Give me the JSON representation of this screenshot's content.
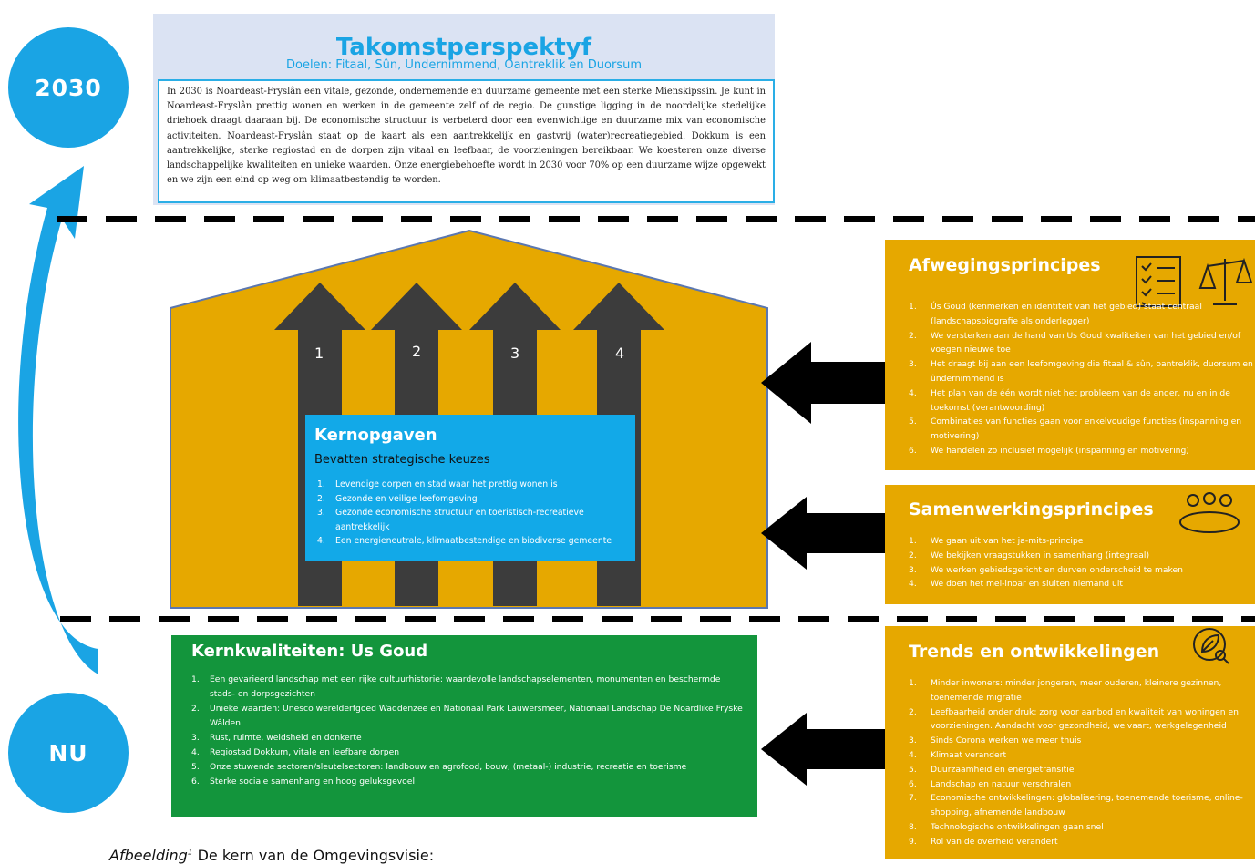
{
  "timeline": {
    "top_label": "2030",
    "bottom_label": "NU"
  },
  "vision": {
    "title": "Takomstperspektyf",
    "subtitle": "Doelen: Fitaal, Sûn, Undernimmend, Oantreklik en Duorsum",
    "body": "In 2030 is Noardeast-Fryslân een vitale, gezonde, ondernemende en duurzame gemeente met een sterke Mienskipssin. Je kunt in Noardeast-Fryslân prettig wonen en werken in de gemeente zelf of de regio. De gunstige ligging in de noordelijke stedelijke driehoek draagt daaraan bij. De economische structuur is verbeterd door een evenwichtige en duurzame mix van economische activiteiten. Noardeast-Fryslân staat op de kaart als een aantrekkelijk en gastvrij (water)recreatiegebied. Dokkum is een aantrekkelijke, sterke regiostad en de dorpen zijn vitaal en leefbaar, de voorzieningen bereikbaar. We koesteren onze diverse landschappelijke kwaliteiten en unieke waarden. Onze energiebehoefte wordt in 2030 voor 70% op een duurzame wijze opgewekt en we zijn een eind op weg om klimaatbestendig te worden."
  },
  "house": {
    "arrows": [
      "1",
      "2",
      "3",
      "4"
    ]
  },
  "kernopgaven": {
    "title": "Kernopgaven",
    "subtitle": "Bevatten strategische keuzes",
    "items": [
      "Levendige dorpen en stad waar het prettig wonen is",
      "Gezonde en veilige leefomgeving",
      "Gezonde economische structuur en toeristisch-recreatieve aantrekkelijk",
      "Een energieneutrale, klimaatbestendige en biodiverse gemeente"
    ]
  },
  "afwegingsprincipes": {
    "title": "Afwegingsprincipes",
    "items": [
      "Ús Goud (kenmerken en identiteit van het gebied) staat centraal (landschapsbiografie als onderlegger)",
      "We versterken aan de hand van Us Goud kwaliteiten van het gebied en/of voegen nieuwe toe",
      "Het draagt bij aan een leefomgeving die fitaal & sûn, oantreklik, duorsum en ûndernimmend is",
      "Het plan van de één wordt niet het probleem van de ander, nu en in de toekomst (verantwoording)",
      "Combinaties van functies gaan voor enkelvoudige functies (inspanning en motivering)",
      "We handelen zo inclusief mogelijk (inspanning en motivering)"
    ]
  },
  "samenwerkingsprincipes": {
    "title": "Samenwerkingsprincipes",
    "items": [
      "We gaan uit van het ja-mits-principe",
      "We bekijken vraagstukken in samenhang (integraal)",
      "We werken gebiedsgericht en durven onderscheid te maken",
      "We doen het mei-inoar en sluiten niemand uit"
    ]
  },
  "kernkwaliteiten": {
    "title": "Kernkwaliteiten: Us Goud",
    "items": [
      "Een gevarieerd landschap met een rijke cultuurhistorie: waardevolle landschapselementen, monumenten en beschermde stads- en dorpsgezichten",
      "Unieke waarden: Unesco werelderfgoed Waddenzee en Nationaal Park Lauwersmeer, Nationaal Landschap De Noardlike Fryske Wâlden",
      "Rust, ruimte, weidsheid en donkerte",
      "Regiostad Dokkum, vitale en leefbare dorpen",
      "Onze stuwende sectoren/sleutelsectoren: landbouw en agrofood, bouw, (metaal-) industrie, recreatie en toerisme",
      "Sterke sociale samenhang en hoog geluksgevoel"
    ]
  },
  "trends": {
    "title": "Trends en ontwikkelingen",
    "items": [
      "Minder inwoners: minder jongeren, meer ouderen, kleinere gezinnen, toenemende migratie",
      "Leefbaarheid onder druk: zorg voor aanbod en kwaliteit van woningen en voorzieningen. Aandacht voor gezondheid, welvaart, werkgelegenheid",
      "Sinds Corona werken we meer thuis",
      "Klimaat verandert",
      "Duurzaamheid en energietransitie",
      "Landschap en natuur verschralen",
      "Economische ontwikkelingen: globalisering, toenemende toerisme, online-shopping, afnemende landbouw",
      "Technologische ontwikkelingen gaan snel",
      "Rol van de overheid verandert"
    ]
  },
  "caption": {
    "label": "Afbeelding",
    "number": "1",
    "text": " De kern van de Omgevingsvisie:"
  },
  "colors": {
    "blue": "#1aa4e4",
    "gold": "#e6a800",
    "green": "#13953c",
    "dark": "#3c3c3c"
  },
  "icons": [
    "checklist-icon",
    "scales-icon",
    "people-table-icon",
    "leaf-search-icon",
    "curved-arrow-icon"
  ]
}
